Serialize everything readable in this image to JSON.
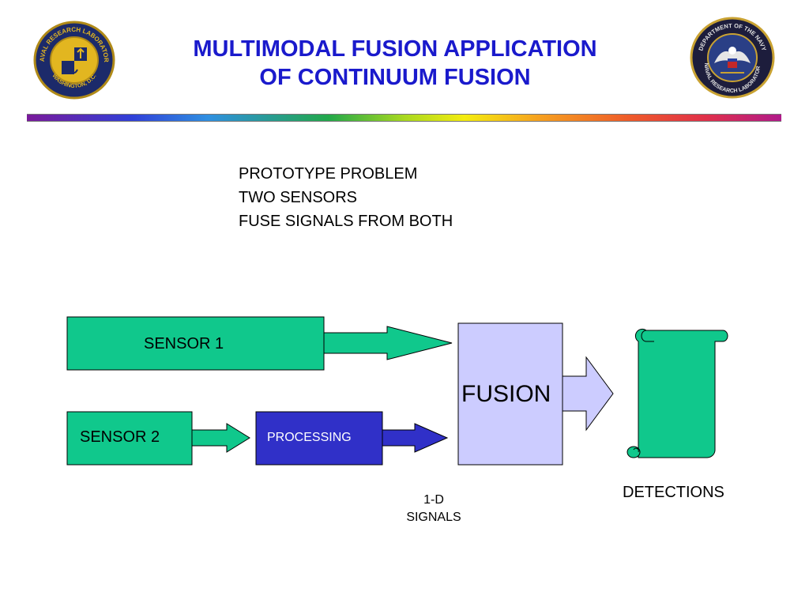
{
  "slide": {
    "title_line1": "MULTIMODAL FUSION APPLICATION",
    "title_line2": "OF CONTINUUM FUSION",
    "problem_lines": [
      "PROTOTYPE PROBLEM",
      "TWO SENSORS",
      "FUSE SIGNALS FROM  BOTH"
    ]
  },
  "logos": {
    "left": {
      "icon": "nrl-crest-logo",
      "ring_text_top": "NAVAL RESEARCH LABORATORY",
      "ring_text_bottom": "WASHINGTON, D.C."
    },
    "right": {
      "icon": "navy-eagle-seal-logo",
      "ring_text_top": "DEPARTMENT OF THE NAVY",
      "ring_text_bottom": "NAVAL RESEARCH LABORATORY"
    }
  },
  "diagram": {
    "sensor1": "SENSOR 1",
    "sensor2": "SENSOR 2",
    "processing": "PROCESSING",
    "fusion": "FUSION",
    "signals_line1": "1-D",
    "signals_line2": "SIGNALS",
    "detections": "DETECTIONS"
  },
  "colors": {
    "title": "#1a1acc",
    "sensor_fill": "#10c88c",
    "processing_fill": "#3030c8",
    "fusion_fill": "#ccccff",
    "scroll_fill": "#10c88c"
  }
}
